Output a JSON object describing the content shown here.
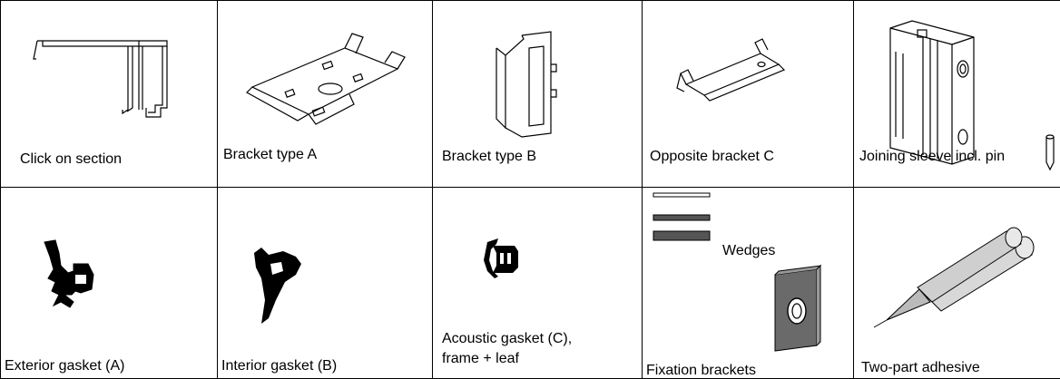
{
  "cells": [
    {
      "caption": "Click on section",
      "icon": "click-on-section-profile"
    },
    {
      "caption": "Bracket type A",
      "icon": "bracket-a"
    },
    {
      "caption": "Bracket type B",
      "icon": "bracket-b"
    },
    {
      "caption": "Opposite bracket C",
      "icon": "opposite-bracket-c"
    },
    {
      "caption": "Joining sleeve incl. pin",
      "icon": "joining-sleeve"
    },
    {
      "caption": "Exterior gasket  (A)",
      "icon": "exterior-gasket"
    },
    {
      "caption": "Interior gasket (B)",
      "icon": "interior-gasket"
    },
    {
      "caption_line1": "Acoustic gasket  (C),",
      "caption_line2": "frame + leaf",
      "icon": "acoustic-gasket"
    },
    {
      "caption": "Fixation brackets",
      "extra_label": "Wedges",
      "icon": "fixation-brackets"
    },
    {
      "caption": "Two-part adhesive",
      "icon": "two-part-adhesive"
    }
  ]
}
